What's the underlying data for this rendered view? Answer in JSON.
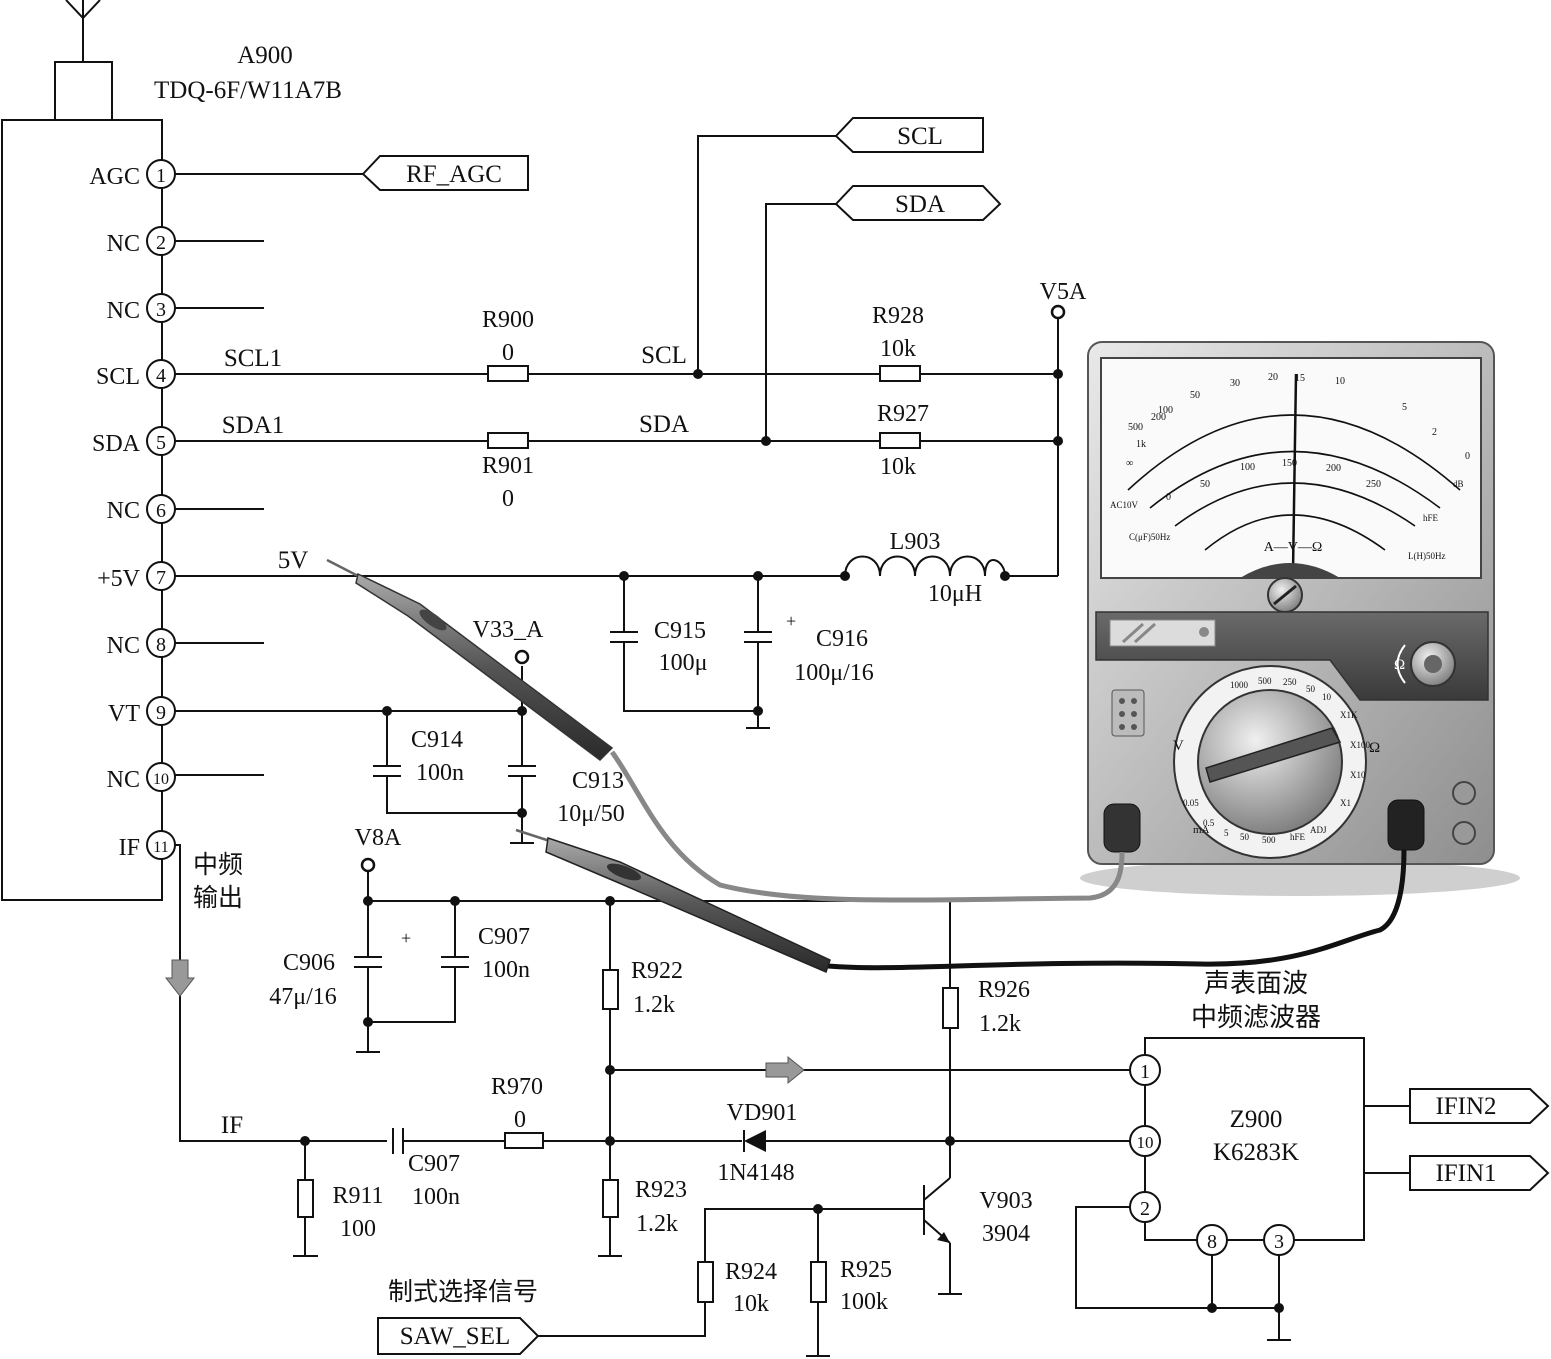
{
  "module": {
    "ref": "A900",
    "part": "TDQ-6F/W11A7B",
    "pins": [
      {
        "num": "1",
        "name": "AGC"
      },
      {
        "num": "2",
        "name": "NC"
      },
      {
        "num": "3",
        "name": "NC"
      },
      {
        "num": "4",
        "name": "SCL"
      },
      {
        "num": "5",
        "name": "SDA"
      },
      {
        "num": "6",
        "name": "NC"
      },
      {
        "num": "7",
        "name": "+5V"
      },
      {
        "num": "8",
        "name": "NC"
      },
      {
        "num": "9",
        "name": "VT"
      },
      {
        "num": "10",
        "name": "NC"
      },
      {
        "num": "11",
        "name": "IF"
      }
    ]
  },
  "ports": {
    "rf_agc": "RF_AGC",
    "scl": "SCL",
    "sda": "SDA",
    "ifin2": "IFIN2",
    "ifin1": "IFIN1",
    "saw_sel": "SAW_SEL"
  },
  "nets": {
    "scl1": "SCL1",
    "sda1": "SDA1",
    "scl": "SCL",
    "sda": "SDA",
    "v5v": "5V",
    "if": "IF",
    "v5a": "V5A",
    "v33a": "V33_A",
    "v8a": "V8A",
    "if_out": "中频",
    "if_out2": "输出",
    "saw_note": "制式选择信号"
  },
  "parts": {
    "r900": {
      "ref": "R900",
      "val": "0"
    },
    "r901": {
      "ref": "R901",
      "val": "0"
    },
    "r928": {
      "ref": "R928",
      "val": "10k"
    },
    "r927": {
      "ref": "R927",
      "val": "10k"
    },
    "l903": {
      "ref": "L903",
      "val": "10μH"
    },
    "c915": {
      "ref": "C915",
      "val": "100μ"
    },
    "c916": {
      "ref": "C916",
      "val": "100μ/16"
    },
    "c914": {
      "ref": "C914",
      "val": "100n"
    },
    "c913": {
      "ref": "C913",
      "val": "10μ/50"
    },
    "c906": {
      "ref": "C906",
      "val": "47μ/16"
    },
    "c907a": {
      "ref": "C907",
      "val": "100n"
    },
    "c907b": {
      "ref": "C907",
      "val": "100n"
    },
    "r922": {
      "ref": "R922",
      "val": "1.2k"
    },
    "r926": {
      "ref": "R926",
      "val": "1.2k"
    },
    "r970": {
      "ref": "R970",
      "val": "0"
    },
    "vd901": {
      "ref": "VD901",
      "val": "1N4148"
    },
    "r911": {
      "ref": "R911",
      "val": "100"
    },
    "r923": {
      "ref": "R923",
      "val": "1.2k"
    },
    "r924": {
      "ref": "R924",
      "val": "10k"
    },
    "r925": {
      "ref": "R925",
      "val": "100k"
    },
    "v903": {
      "ref": "V903",
      "val": "3904"
    }
  },
  "saw_filter": {
    "title1": "声表面波",
    "title2": "中频滤波器",
    "ref": "Z900",
    "part": "K6283K",
    "pins": [
      "1",
      "10",
      "2",
      "8",
      "3"
    ]
  },
  "meter": {
    "scale_top": [
      "∞",
      "1k",
      "500",
      "200",
      "100",
      "50",
      "30",
      "20",
      "15",
      "10",
      "5",
      "2",
      "0"
    ],
    "scale_mid": [
      "0",
      "50",
      "100",
      "150",
      "200",
      "250"
    ],
    "scale_tags": [
      "AC10V",
      "C(μF)50Hz",
      "L(H)50Hz",
      "hFE",
      "dB"
    ],
    "dial_label": "A—V—Ω",
    "omega": "Ω",
    "v_label": "V",
    "ma_label": "mA",
    "ranges_v": [
      "1000",
      "500",
      "250",
      "50",
      "10"
    ],
    "ranges_ohm": [
      "X1K",
      "X100",
      "X10",
      "X1"
    ],
    "ranges_ma": [
      "0.05",
      "0.5",
      "5",
      "50",
      "500"
    ],
    "extra": [
      "ADJ",
      "hFE"
    ]
  }
}
